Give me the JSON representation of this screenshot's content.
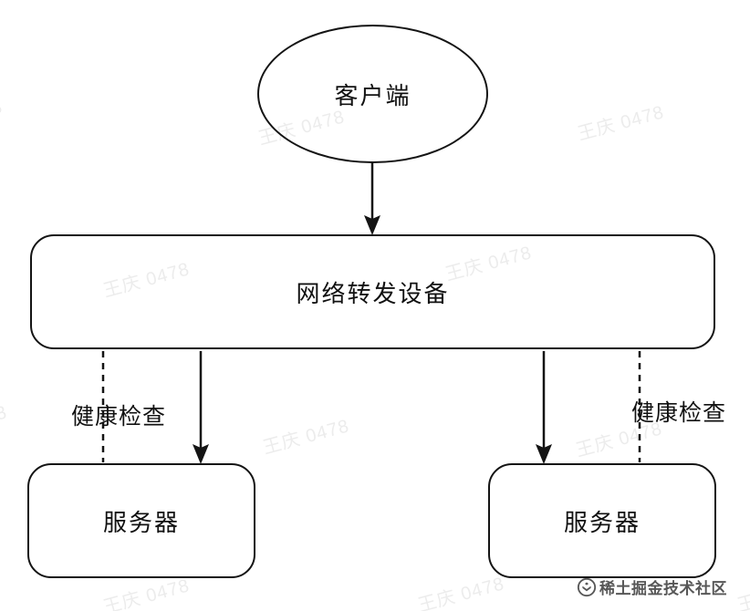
{
  "diagram": {
    "nodes": {
      "client": {
        "label": "客户端",
        "shape": "ellipse"
      },
      "forwarder": {
        "label": "网络转发设备",
        "shape": "rounded-rect"
      },
      "server_left": {
        "label": "服务器",
        "shape": "rounded-rect"
      },
      "server_right": {
        "label": "服务器",
        "shape": "rounded-rect"
      }
    },
    "edges": [
      {
        "from": "client",
        "to": "forwarder",
        "style": "solid-arrow"
      },
      {
        "from": "forwarder",
        "to": "server_left",
        "style": "solid-arrow"
      },
      {
        "from": "forwarder",
        "to": "server_right",
        "style": "solid-arrow"
      },
      {
        "from": "forwarder",
        "to": "server_left",
        "style": "dashed",
        "label": "健康检查"
      },
      {
        "from": "forwarder",
        "to": "server_right",
        "style": "dashed",
        "label": "健康检查"
      }
    ],
    "edge_labels": {
      "health_check_left": "健康检查",
      "health_check_right": "健康检查"
    },
    "colors": {
      "stroke": "#141414",
      "text": "#111111",
      "background": "#ffffff"
    }
  },
  "watermark": {
    "text": "王庆 0478",
    "color": "#ececec",
    "rotation_deg": -15,
    "positions": [
      [
        -45,
        127
      ],
      [
        330,
        138
      ],
      [
        680,
        133
      ],
      [
        160,
        305
      ],
      [
        535,
        287
      ],
      [
        870,
        303
      ],
      [
        -40,
        462
      ],
      [
        335,
        477
      ],
      [
        678,
        480
      ],
      [
        160,
        652
      ],
      [
        505,
        650
      ],
      [
        855,
        650
      ]
    ]
  },
  "site_watermark": {
    "icon": "juejin-logo-icon",
    "text": "稀土掘金技术社区"
  }
}
